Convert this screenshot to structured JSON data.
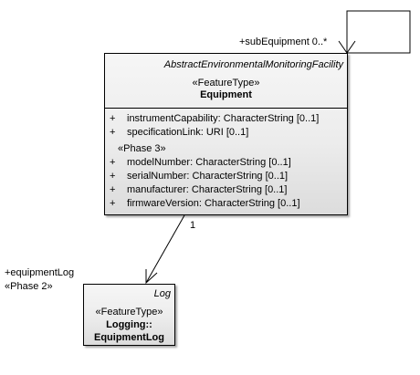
{
  "self_association": {
    "role_label": "+subEquipment 0..*"
  },
  "equipment": {
    "parent": "AbstractEnvironmentalMonitoringFacility",
    "stereotype": "«FeatureType»",
    "name": "Equipment",
    "attributes": [
      {
        "vis": "+",
        "text": "instrumentCapability: CharacterString [0..1]"
      },
      {
        "vis": "+",
        "text": "specificationLink: URI [0..1]"
      }
    ],
    "phase3_label": "«Phase 3»",
    "phase3_attributes": [
      {
        "vis": "+",
        "text": "modelNumber: CharacterString [0..1]"
      },
      {
        "vis": "+",
        "text": "serialNumber: CharacterString [0..1]"
      },
      {
        "vis": "+",
        "text": "manufacturer: CharacterString [0..1]"
      },
      {
        "vis": "+",
        "text": "firmwareVersion: CharacterString [0..1]"
      }
    ]
  },
  "association": {
    "source_multiplicity": "1",
    "target_role": "+equipmentLog",
    "target_stereotype": "«Phase 2»"
  },
  "log": {
    "parent": "Log",
    "stereotype": "«FeatureType»",
    "name_line1": "Logging::",
    "name_line2": "EquipmentLog"
  }
}
